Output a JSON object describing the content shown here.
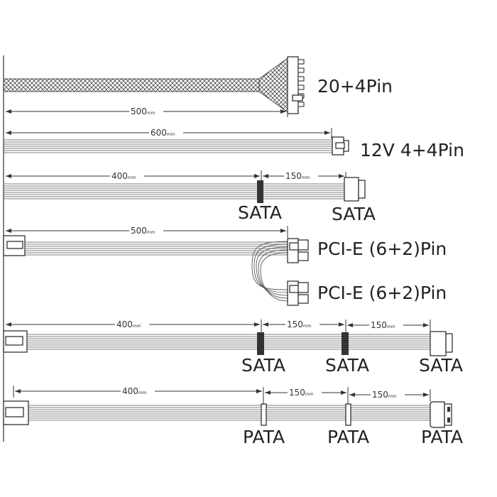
{
  "cables": [
    {
      "label": "20+4Pin",
      "dims": [
        {
          "value": "500",
          "unit": "mm"
        }
      ]
    },
    {
      "label": "12V 4+4Pin",
      "dims": [
        {
          "value": "600",
          "unit": "mm"
        }
      ]
    },
    {
      "labels": [
        "SATA",
        "SATA"
      ],
      "dims": [
        {
          "value": "400",
          "unit": "mm"
        },
        {
          "value": "150",
          "unit": "mm"
        }
      ]
    },
    {
      "labels": [
        "PCI-E (6+2)Pin",
        "PCI-E (6+2)Pin"
      ],
      "dims": [
        {
          "value": "500",
          "unit": "mm"
        }
      ]
    },
    {
      "labels": [
        "SATA",
        "SATA",
        "SATA"
      ],
      "dims": [
        {
          "value": "400",
          "unit": "mm"
        },
        {
          "value": "150",
          "unit": "mm"
        },
        {
          "value": "150",
          "unit": "mm"
        }
      ]
    },
    {
      "labels": [
        "PATA",
        "PATA",
        "PATA"
      ],
      "dims": [
        {
          "value": "400",
          "unit": "mm"
        },
        {
          "value": "150",
          "unit": "mm"
        },
        {
          "value": "150",
          "unit": "mm"
        }
      ]
    }
  ]
}
